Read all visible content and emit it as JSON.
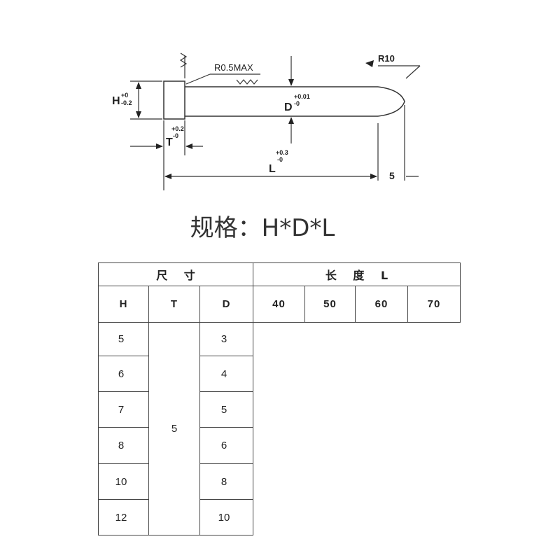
{
  "drawing": {
    "labels": {
      "r_half_max": "R0.5MAX",
      "r10": "R10",
      "h": "H",
      "h_tol_upper": "+0",
      "h_tol_lower": "-0.2",
      "d": "D",
      "d_tol_upper": "+0.01",
      "d_tol_lower": "-0",
      "t": "T",
      "t_tol_upper": "+0.2",
      "t_tol_lower": "-0",
      "l": "L",
      "l_tol_upper": "+0.3",
      "l_tol_lower": "-0",
      "tip_length": "5"
    }
  },
  "spec_label": "规格：H*D*L",
  "table": {
    "group_size": "尺 寸",
    "group_length": "长 度 L",
    "col_h": "H",
    "col_t": "T",
    "col_d": "D",
    "lengths": [
      "40",
      "50",
      "60",
      "70"
    ],
    "t_value": "5",
    "rows": [
      {
        "h": "5",
        "d": "3"
      },
      {
        "h": "6",
        "d": "4"
      },
      {
        "h": "7",
        "d": "5"
      },
      {
        "h": "8",
        "d": "6"
      },
      {
        "h": "10",
        "d": "8"
      },
      {
        "h": "12",
        "d": "10"
      }
    ]
  }
}
